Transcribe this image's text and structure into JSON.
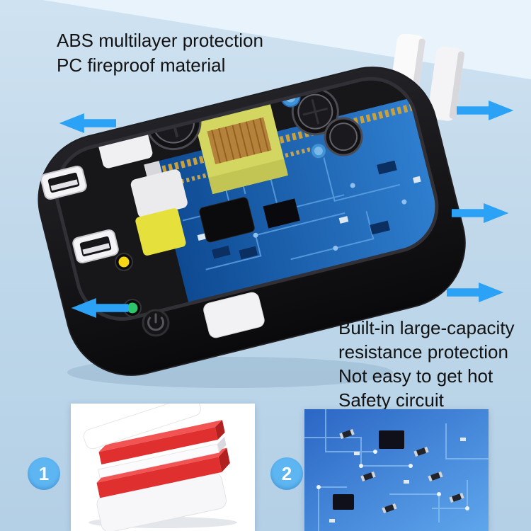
{
  "colors": {
    "background": "#c6dcee",
    "background_highlight": "#e9f3fb",
    "arrow": "#2ba2f5",
    "badge": "#5db5f2",
    "charger_body": "#0d0d0f",
    "circuit_board": "#1a5cab",
    "transformer": "#d3d661",
    "layer_red": "#e02f2f"
  },
  "feature_top": {
    "lines": [
      "ABS multilayer protection",
      "PC fireproof material"
    ]
  },
  "feature_right": {
    "lines": [
      "Built-in large-capacity",
      "resistance protection",
      "Not easy to get hot",
      "Safety circuit"
    ]
  },
  "steps": [
    {
      "number": "1"
    },
    {
      "number": "2"
    }
  ],
  "icons": {
    "arrow_left": "◀",
    "arrow_right": "▶"
  }
}
